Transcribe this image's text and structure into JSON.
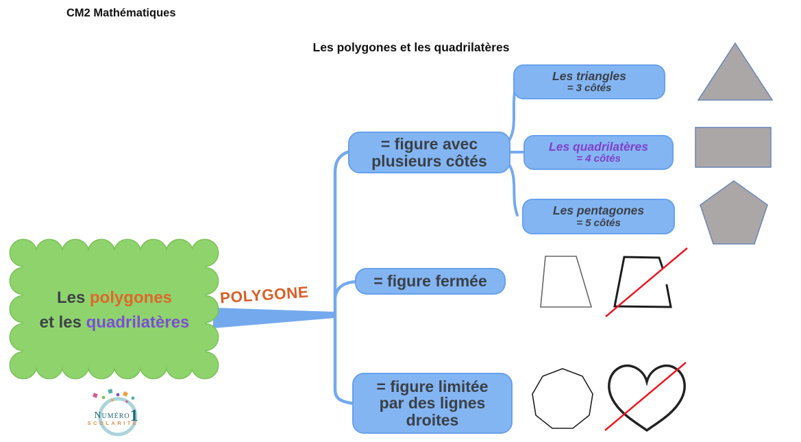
{
  "page": {
    "title": "CM2 Mathématiques",
    "subtitle": "Les polygones et les quadrilatères"
  },
  "root": {
    "line1_dark": "Les",
    "line1_orange": "polygones",
    "line2_dark": "et les",
    "line2_purple": "quadrilatères"
  },
  "trunk_label": "POLYGONE",
  "branches": {
    "multi": {
      "line1": "= figure avec",
      "line2": "plusieurs côtés"
    },
    "closed": {
      "label": "= figure fermée"
    },
    "limited": {
      "line1": "= figure limitée",
      "line2": "par des lignes",
      "line3": "droites"
    }
  },
  "leaves": {
    "triangles": {
      "title": "Les triangles",
      "subtitle": "= 3 côtés"
    },
    "quadrilaterals": {
      "title": "Les quadrilatères",
      "subtitle": "= 4 côtés"
    },
    "pentagons": {
      "title": "Les pentagones",
      "subtitle": "= 5 côtés"
    }
  },
  "examples": {
    "filled": [
      "triangle",
      "rectangle",
      "pentagon"
    ],
    "closed_demo": [
      "trapezoid",
      "open-trapezoid crossed out in red"
    ],
    "straight_demo": [
      "nonagon",
      "heart crossed out in red"
    ]
  },
  "logo": {
    "name": "Numéro",
    "one": "1",
    "tagline": "SCOLARITÉ"
  },
  "colors": {
    "node_blue": "#84B5F3",
    "node_border": "#66A1EC",
    "connector_blue": "#74A9EE",
    "cloud_green": "#8FD36D",
    "cloud_border": "#7BC259",
    "orange": "#E0672B",
    "purple": "#8040C8",
    "shape_gray": "#ACA7A7",
    "shape_gray_border": "#6E87B5",
    "strike_red": "#EE1520",
    "text_dark": "#3A4046"
  }
}
